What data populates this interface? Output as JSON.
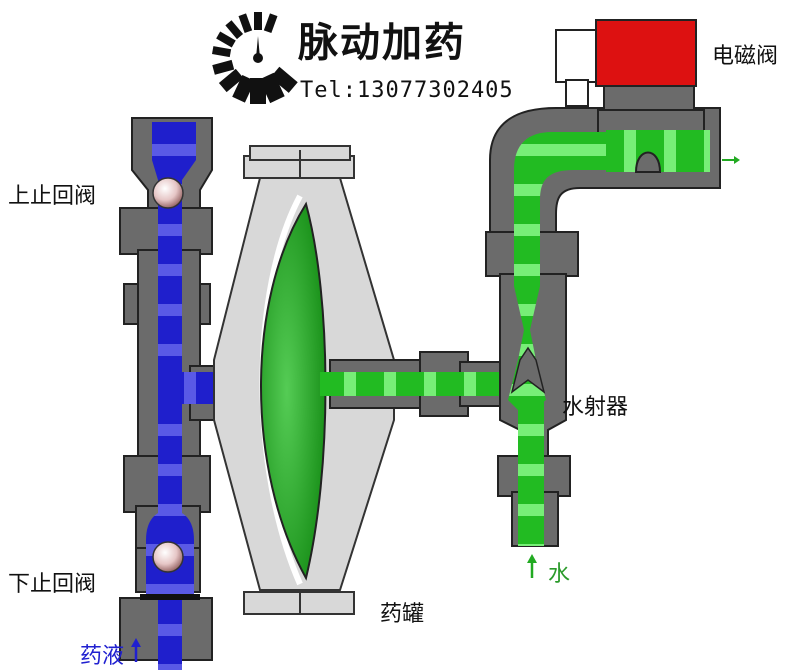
{
  "header": {
    "title": "脉动加药",
    "tel": "Tel:13077302405"
  },
  "labels": {
    "upper_check_valve": "上止回阀",
    "lower_check_valve": "下止回阀",
    "solenoid_valve": "电磁阀",
    "ejector": "水射器",
    "tank": "药罐",
    "water_inlet": "水",
    "chemical_inlet": "药液"
  },
  "colors": {
    "chemical_liquid": "#1f1fcc",
    "water_flow": "#22cc22",
    "valve_body": "#6b6b6b",
    "solenoid_coil": "#dd1111",
    "tank_body": "#d8d8d8"
  },
  "icons": {
    "logo": "pulse-dial-icon",
    "water_arrow": "up-arrow-icon",
    "chemical_arrow": "up-arrow-icon",
    "outlet_arrow": "right-arrow-icon"
  }
}
